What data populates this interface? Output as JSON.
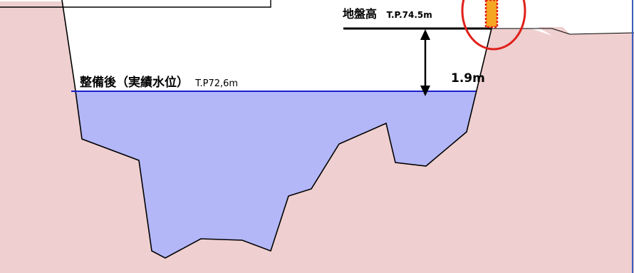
{
  "ground_level": {
    "label": "地盤高",
    "value": "T.P.74.5m"
  },
  "water_level": {
    "label": "整備後（実績水位）",
    "value": "T.P72,6m"
  },
  "depth": {
    "value": "1.9m"
  },
  "colors": {
    "ground": "#efcfcf",
    "water": "#b3b7f8",
    "water_line": "#1a1fcc",
    "outline": "#000000",
    "marker_fill": "#f5a623",
    "marker_border": "#e0201a",
    "circle": "#e0201a",
    "frame_right": "#3a5cc0"
  }
}
